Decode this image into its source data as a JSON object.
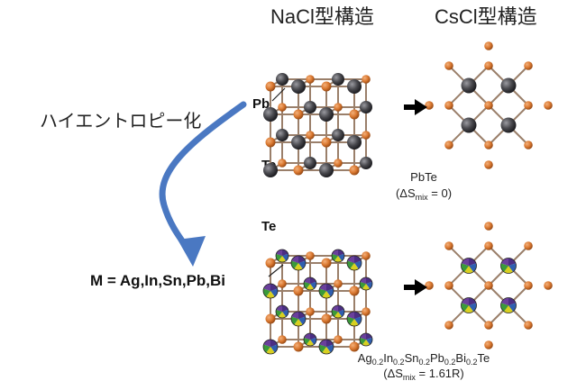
{
  "headers": {
    "nacl": "NaCl型構造",
    "cscl": "CsCl型構造"
  },
  "process_label": "ハイエントロピー化",
  "element_labels": {
    "pb": "Pb",
    "te_top": "Te",
    "te_bottom": "Te",
    "m_formula": "M = Ag,In,Sn,Pb,Bi"
  },
  "compounds": {
    "pbte": {
      "name": "PbTe",
      "mix_open": "(ΔS",
      "mix_sub": "mix",
      "mix_value": " = 0)"
    },
    "hea": {
      "parts": [
        {
          "text": "Ag",
          "sub": "0.2"
        },
        {
          "text": "In",
          "sub": "0.2"
        },
        {
          "text": "Sn",
          "sub": "0.2"
        },
        {
          "text": "Pb",
          "sub": "0.2"
        },
        {
          "text": "Bi",
          "sub": "0.2"
        },
        {
          "text": "Te",
          "sub": ""
        }
      ],
      "mix_open": "(ΔS",
      "mix_sub": "mix",
      "mix_value": " = 1.61R)"
    }
  },
  "colors": {
    "te_atom": "#d9772f",
    "pb_atom": "#4a4a4f",
    "bond": "#9a7f6a",
    "curve_arrow": "#4a78c2",
    "block_arrow": "#000000",
    "multi_atom": [
      "#4b2e83",
      "#2f5fb0",
      "#d8d020",
      "#3a9a3a",
      "#6a3f9c"
    ]
  }
}
